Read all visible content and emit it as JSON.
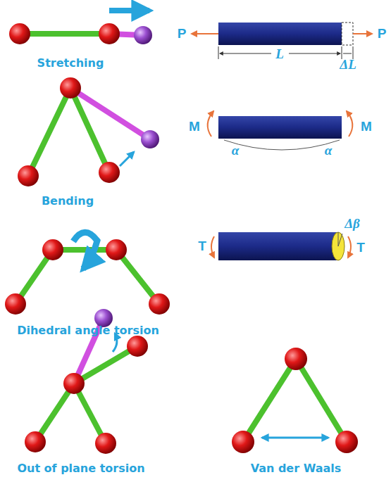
{
  "diagram": {
    "labels": [
      "Stretching",
      "P",
      "P",
      "L",
      "ΔL",
      "Bending",
      "M",
      "M",
      "α",
      "α",
      "Dihedral angle torsion",
      "T",
      "T",
      "Δβ",
      "Out of plane torsion",
      "Van der Waals"
    ]
  }
}
